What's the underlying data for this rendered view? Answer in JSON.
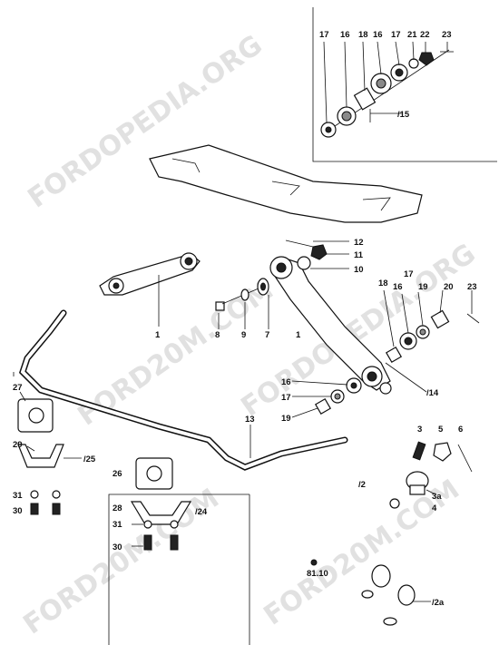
{
  "watermark": "FORDOPEDIA.ORG",
  "watermark_alt": "FORD20M.COM",
  "code": "81.10",
  "labels": {
    "l17a": "17",
    "l16a": "16",
    "l18a": "18",
    "l16b": "16",
    "l17b": "17",
    "l21": "21",
    "l22": "22",
    "l23a": "23",
    "l15": "15",
    "l12": "12",
    "l11": "11",
    "l10": "10",
    "l1a": "1",
    "l8": "8",
    "l9": "9",
    "l7": "7",
    "l1b": "1",
    "l18b": "18",
    "l17c": "17",
    "l16c": "16",
    "l19a": "19",
    "l20": "20",
    "l23b": "23",
    "l16d": "16",
    "l17d": "17",
    "l19b": "19",
    "l14": "14",
    "l13": "13",
    "l27": "27",
    "l29": "29",
    "l25": "25",
    "l31a": "31",
    "l30a": "30",
    "l26": "26",
    "l28": "28",
    "l24": "24",
    "l31b": "31",
    "l30b": "30",
    "l3": "3",
    "l5": "5",
    "l6": "6",
    "l2": "2",
    "l3a": "3a",
    "l4": "4",
    "l2a": "2a"
  }
}
